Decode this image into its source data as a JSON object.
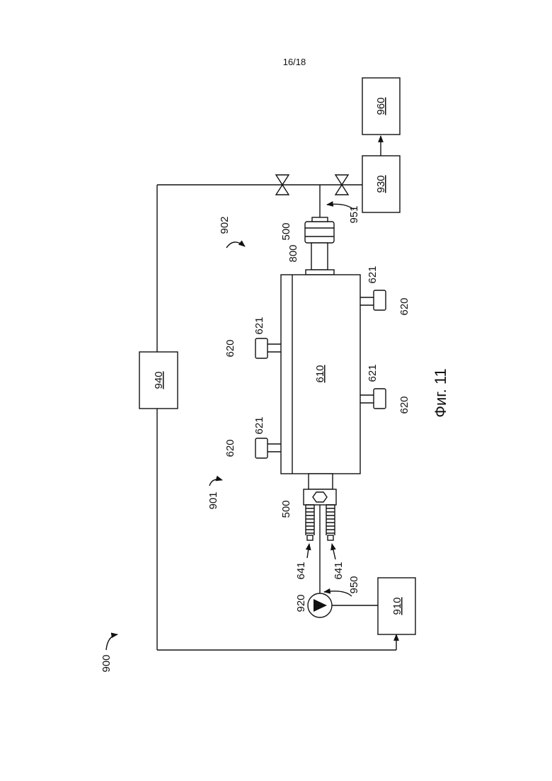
{
  "page_number": "16/18",
  "figure_caption": "Фиг. 11",
  "components": {
    "system": "900",
    "first_assembly": "901",
    "second_assembly": "902",
    "tank": "910",
    "pump": "920",
    "receiver": "930",
    "unit_940": "940",
    "unit_960": "960",
    "inlet_line": "950",
    "outlet_line": "951",
    "housing": "610",
    "port": "620",
    "port_connector": "621",
    "fitting": "641",
    "coupler": "500",
    "adapter": "800"
  }
}
